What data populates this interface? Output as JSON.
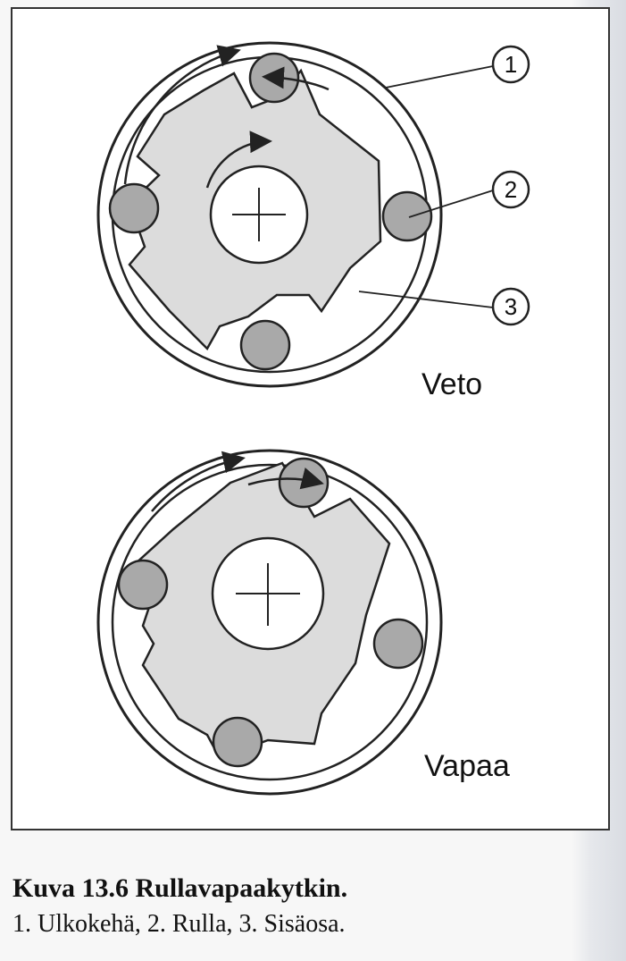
{
  "diagram": {
    "top_label": "Veto",
    "bottom_label": "Vapaa",
    "callouts": [
      {
        "number": "1"
      },
      {
        "number": "2"
      },
      {
        "number": "3"
      }
    ]
  },
  "caption": {
    "title": "Kuva 13.6 Rullavapaakytkin.",
    "legend": "1. Ulkokehä, 2. Rulla, 3. Sisäosa."
  },
  "colors": {
    "roller": "#a9a9a9",
    "inner_part": "#dcdcdc",
    "line": "#222222"
  }
}
